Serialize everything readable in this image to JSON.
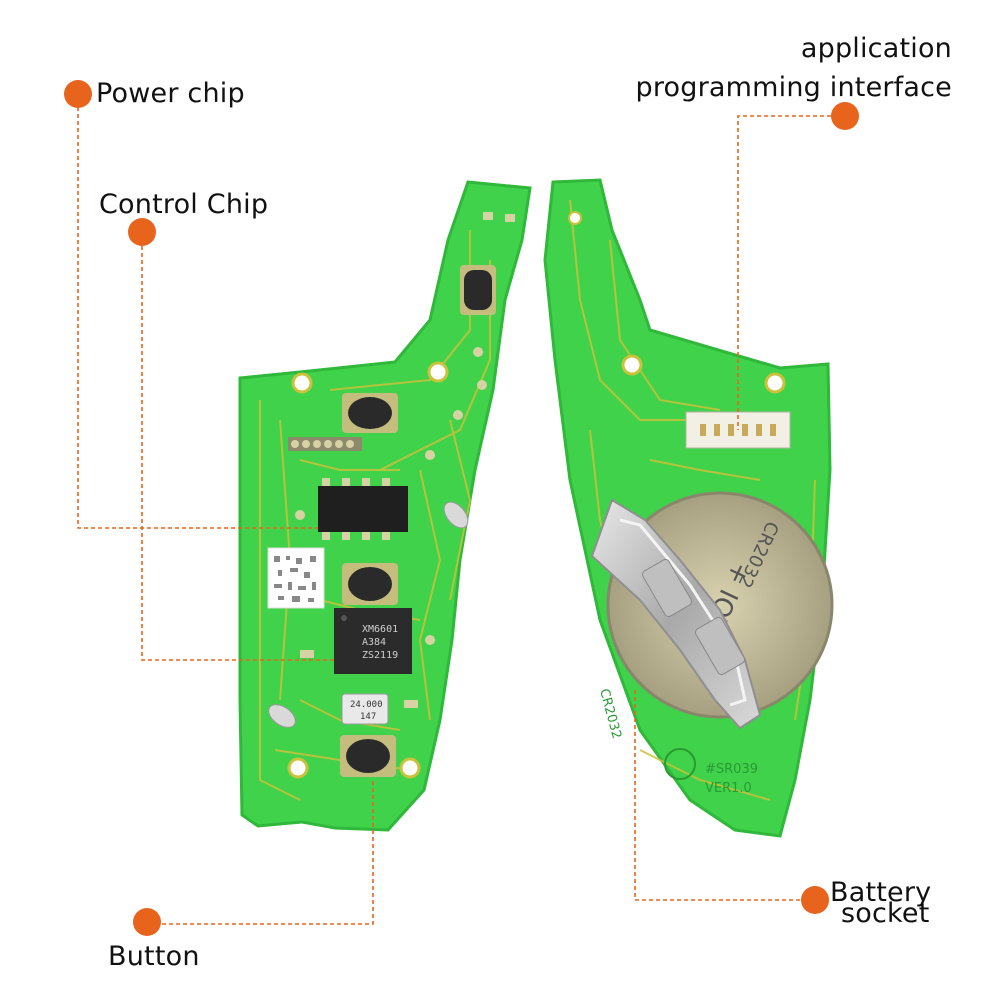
{
  "labels": {
    "power_chip": "Power chip",
    "control_chip": "Control Chip",
    "button": "Button",
    "api_line1": "application",
    "api_line2": "programming interface",
    "battery_line1": "Battery",
    "battery_line2": "socket"
  },
  "board_text": {
    "control_chip_marking_1": "XM6601",
    "control_chip_marking_2": "A384",
    "control_chip_marking_3": "ZS2119",
    "crystal_marking_1": "24.000",
    "crystal_marking_2": "147",
    "battery_cover_text": "CR2032",
    "battery_polarity": "+ IOV",
    "silk_model": "#SR039",
    "silk_version": "VER1.0",
    "silk_cr": "CR2032"
  },
  "colors": {
    "pcb_green": "#3fd24a",
    "pcb_edge": "#2fb83a",
    "trace": "#c9c23a",
    "callout": "#e8641c",
    "button_cap": "#2a2a2a",
    "metal": "#b9b9b9"
  }
}
